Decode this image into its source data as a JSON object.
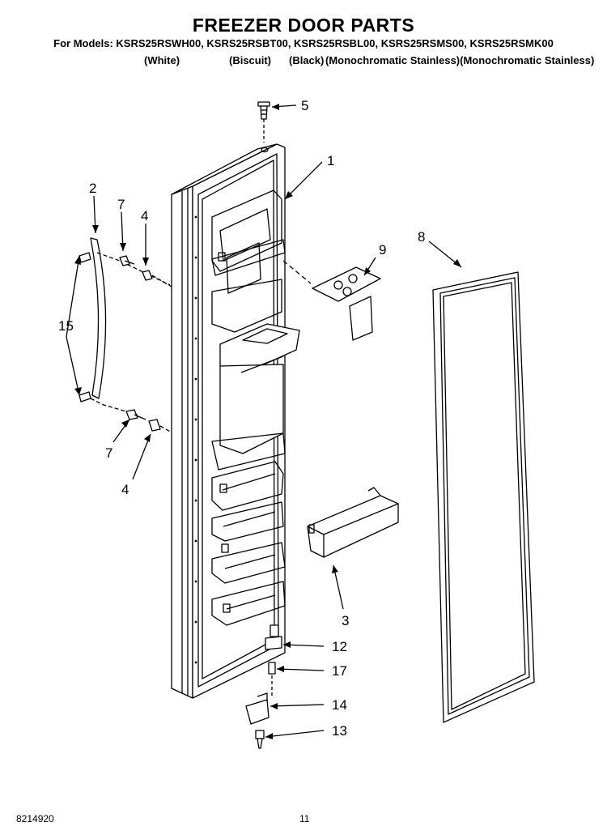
{
  "header": {
    "title": "FREEZER DOOR PARTS",
    "models_line": "For Models: KSRS25RSWH00, KSRS25RSBT00, KSRS25RSBL00, KSRS25RSMS00, KSRS25RSMK00",
    "colors": [
      "(White)",
      "(Biscuit)",
      "(Black)",
      "(Monochromatic Stainless)(Monochromatic Stainless)"
    ]
  },
  "callouts": {
    "c1": "1",
    "c2": "2",
    "c3": "3",
    "c4a": "4",
    "c4b": "4",
    "c5": "5",
    "c7a": "7",
    "c7b": "7",
    "c8": "8",
    "c9": "9",
    "c12": "12",
    "c13": "13",
    "c14": "14",
    "c15": "15",
    "c17": "17"
  },
  "footer": {
    "doc_number": "8214920",
    "page_number": "11"
  }
}
